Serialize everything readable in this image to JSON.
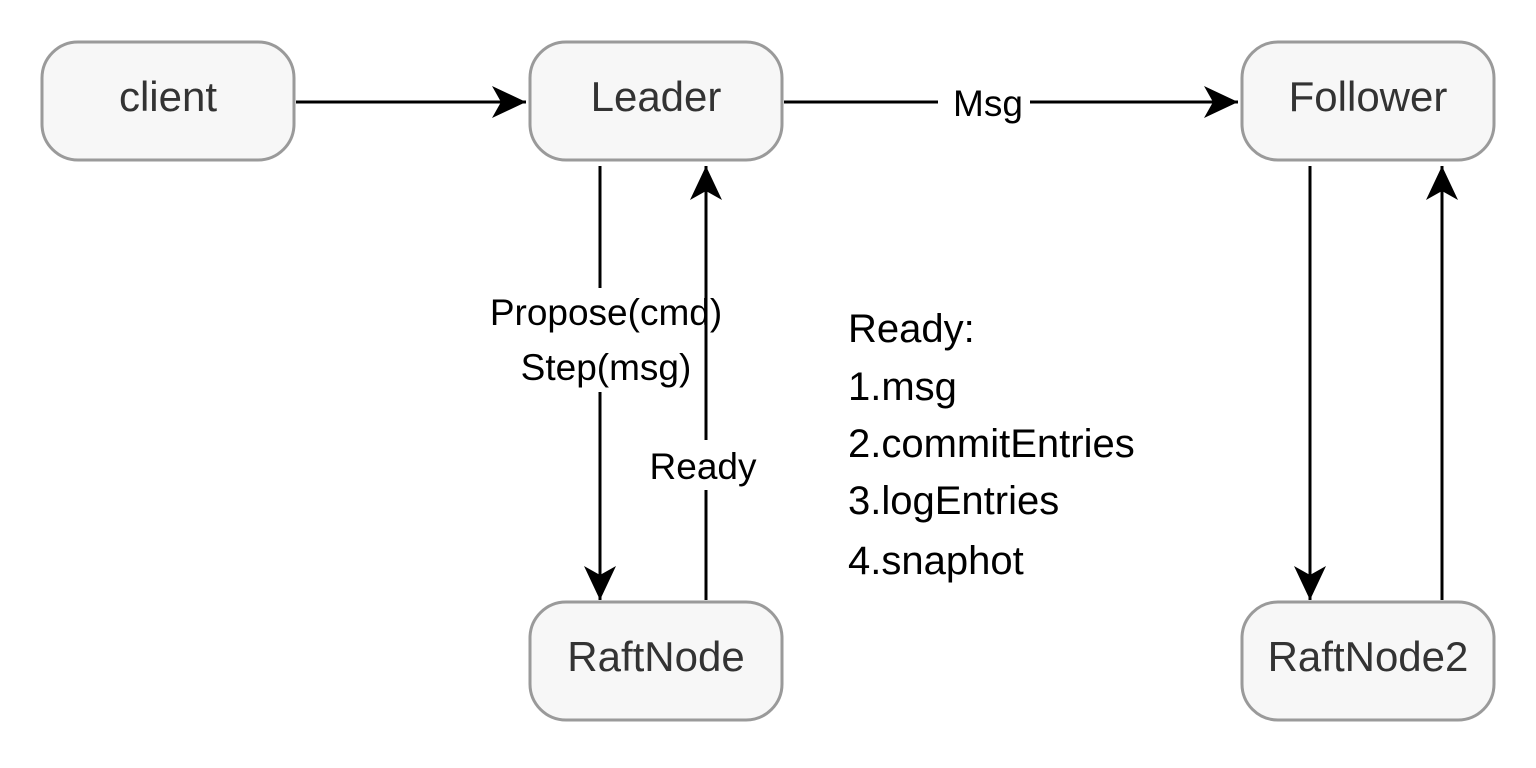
{
  "nodes": {
    "client": "client",
    "leader": "Leader",
    "follower": "Follower",
    "raftnode": "RaftNode",
    "raftnode2": "RaftNode2"
  },
  "edges": {
    "leader_to_follower": "Msg",
    "leader_to_raftnode_line1": "Propose(cmd)",
    "leader_to_raftnode_line2": "Step(msg)",
    "raftnode_to_leader": "Ready"
  },
  "notes": {
    "title": "Ready:",
    "items": [
      "1.msg",
      "2.commitEntries",
      "3.logEntries",
      "4.snaphot"
    ]
  },
  "colors": {
    "node_fill": "#f7f7f7",
    "node_stroke": "#9a9a9a",
    "node_text": "#333333",
    "edge": "#000000"
  }
}
